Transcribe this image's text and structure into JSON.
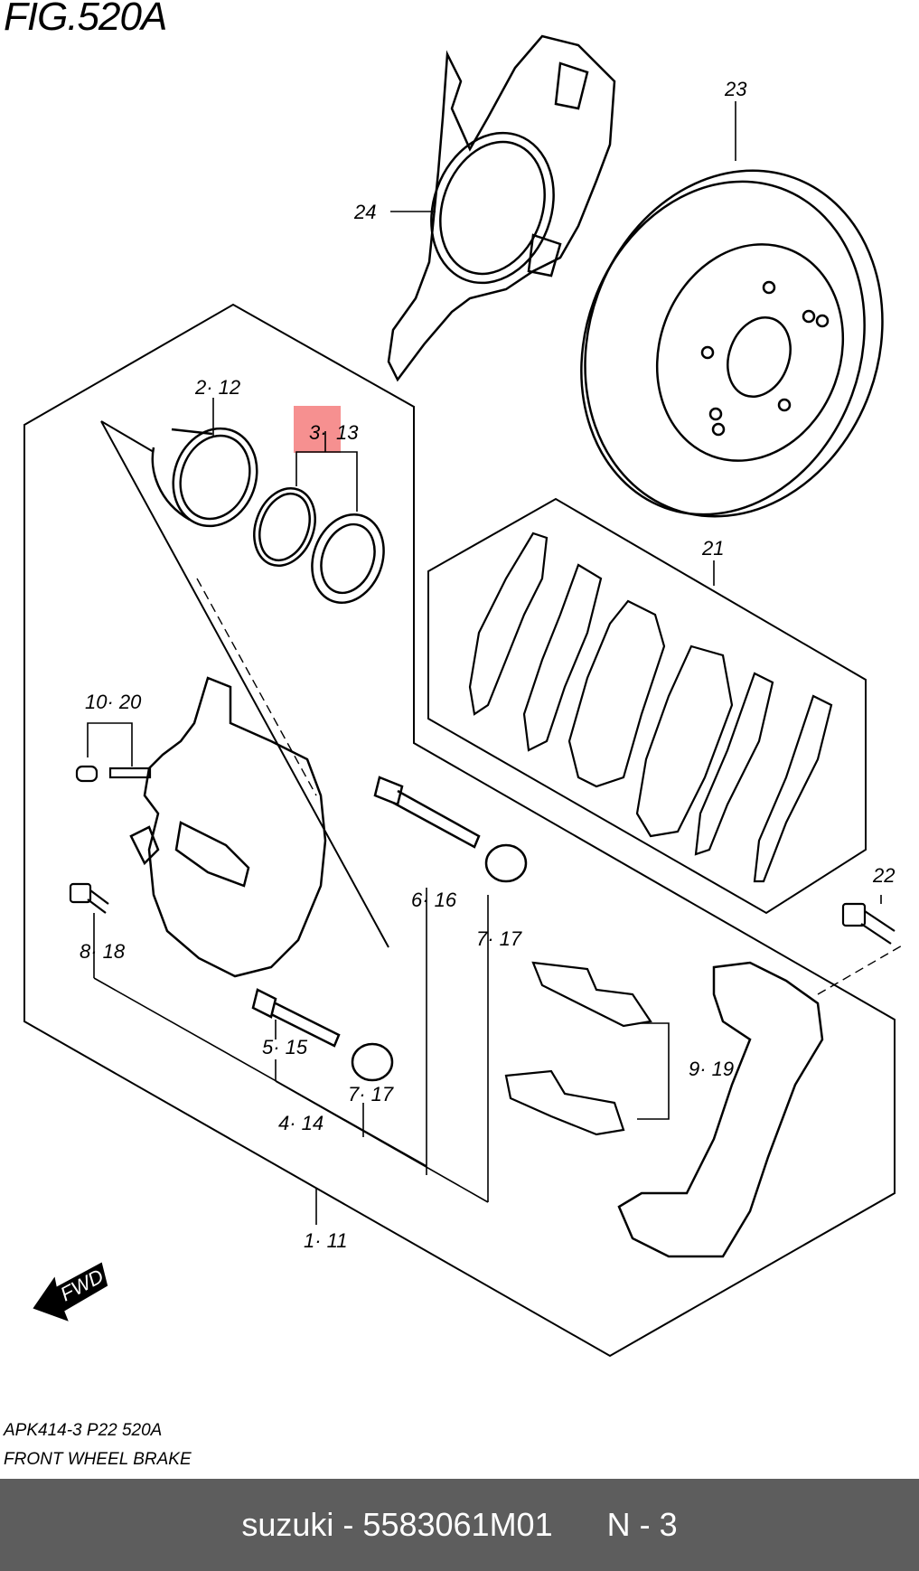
{
  "figure": {
    "title": "FIG.520A",
    "code": "APK414-3 P22 520A",
    "name": "FRONT WHEEL BRAKE",
    "fwd_label": "FWD"
  },
  "callouts": [
    {
      "id": "c24",
      "text": "24"
    },
    {
      "id": "c23",
      "text": "23"
    },
    {
      "id": "c2_12",
      "text": "2· 12"
    },
    {
      "id": "c3",
      "text": "3·"
    },
    {
      "id": "c13",
      "text": "13"
    },
    {
      "id": "c21",
      "text": "21"
    },
    {
      "id": "c10_20",
      "text": "10· 20"
    },
    {
      "id": "c6_16",
      "text": "6· 16"
    },
    {
      "id": "c7_17a",
      "text": "7· 17"
    },
    {
      "id": "c8_18",
      "text": "8· 18"
    },
    {
      "id": "c22",
      "text": "22"
    },
    {
      "id": "c5_15",
      "text": "5· 15"
    },
    {
      "id": "c7_17b",
      "text": "7· 17"
    },
    {
      "id": "c9_19",
      "text": "9· 19"
    },
    {
      "id": "c4_14",
      "text": "4· 14"
    },
    {
      "id": "c1_11",
      "text": "1· 11"
    }
  ],
  "highlight": {
    "part": "3",
    "color": "#f47c7c"
  },
  "footer": {
    "brand": "suzuki",
    "separator": "-",
    "part_number": "5583061M01",
    "position": "N - 3"
  }
}
